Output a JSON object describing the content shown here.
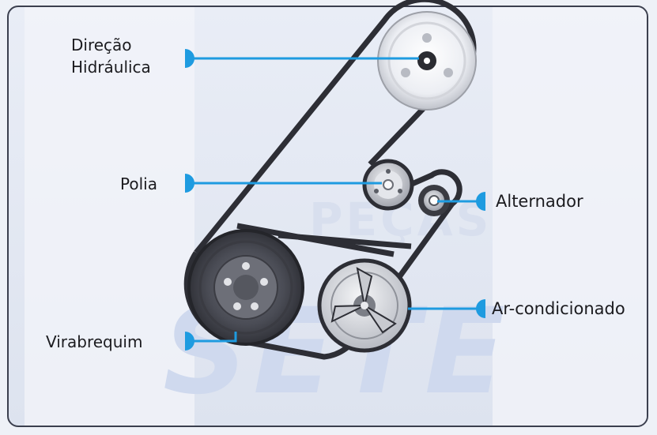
{
  "labels": {
    "direcao_line1": "Direção",
    "direcao_line2": "Hidráulica",
    "polia": "Polia",
    "alternador": "Alternador",
    "ar_condicionado": "Ar-condicionado",
    "virabrequim": "Virabrequim"
  },
  "watermark": {
    "main": "SETE",
    "sub": "PEÇAS"
  },
  "colors": {
    "pointer": "#1e9be0",
    "belt": "#2d2e35",
    "frame": "#3b3f4e"
  }
}
